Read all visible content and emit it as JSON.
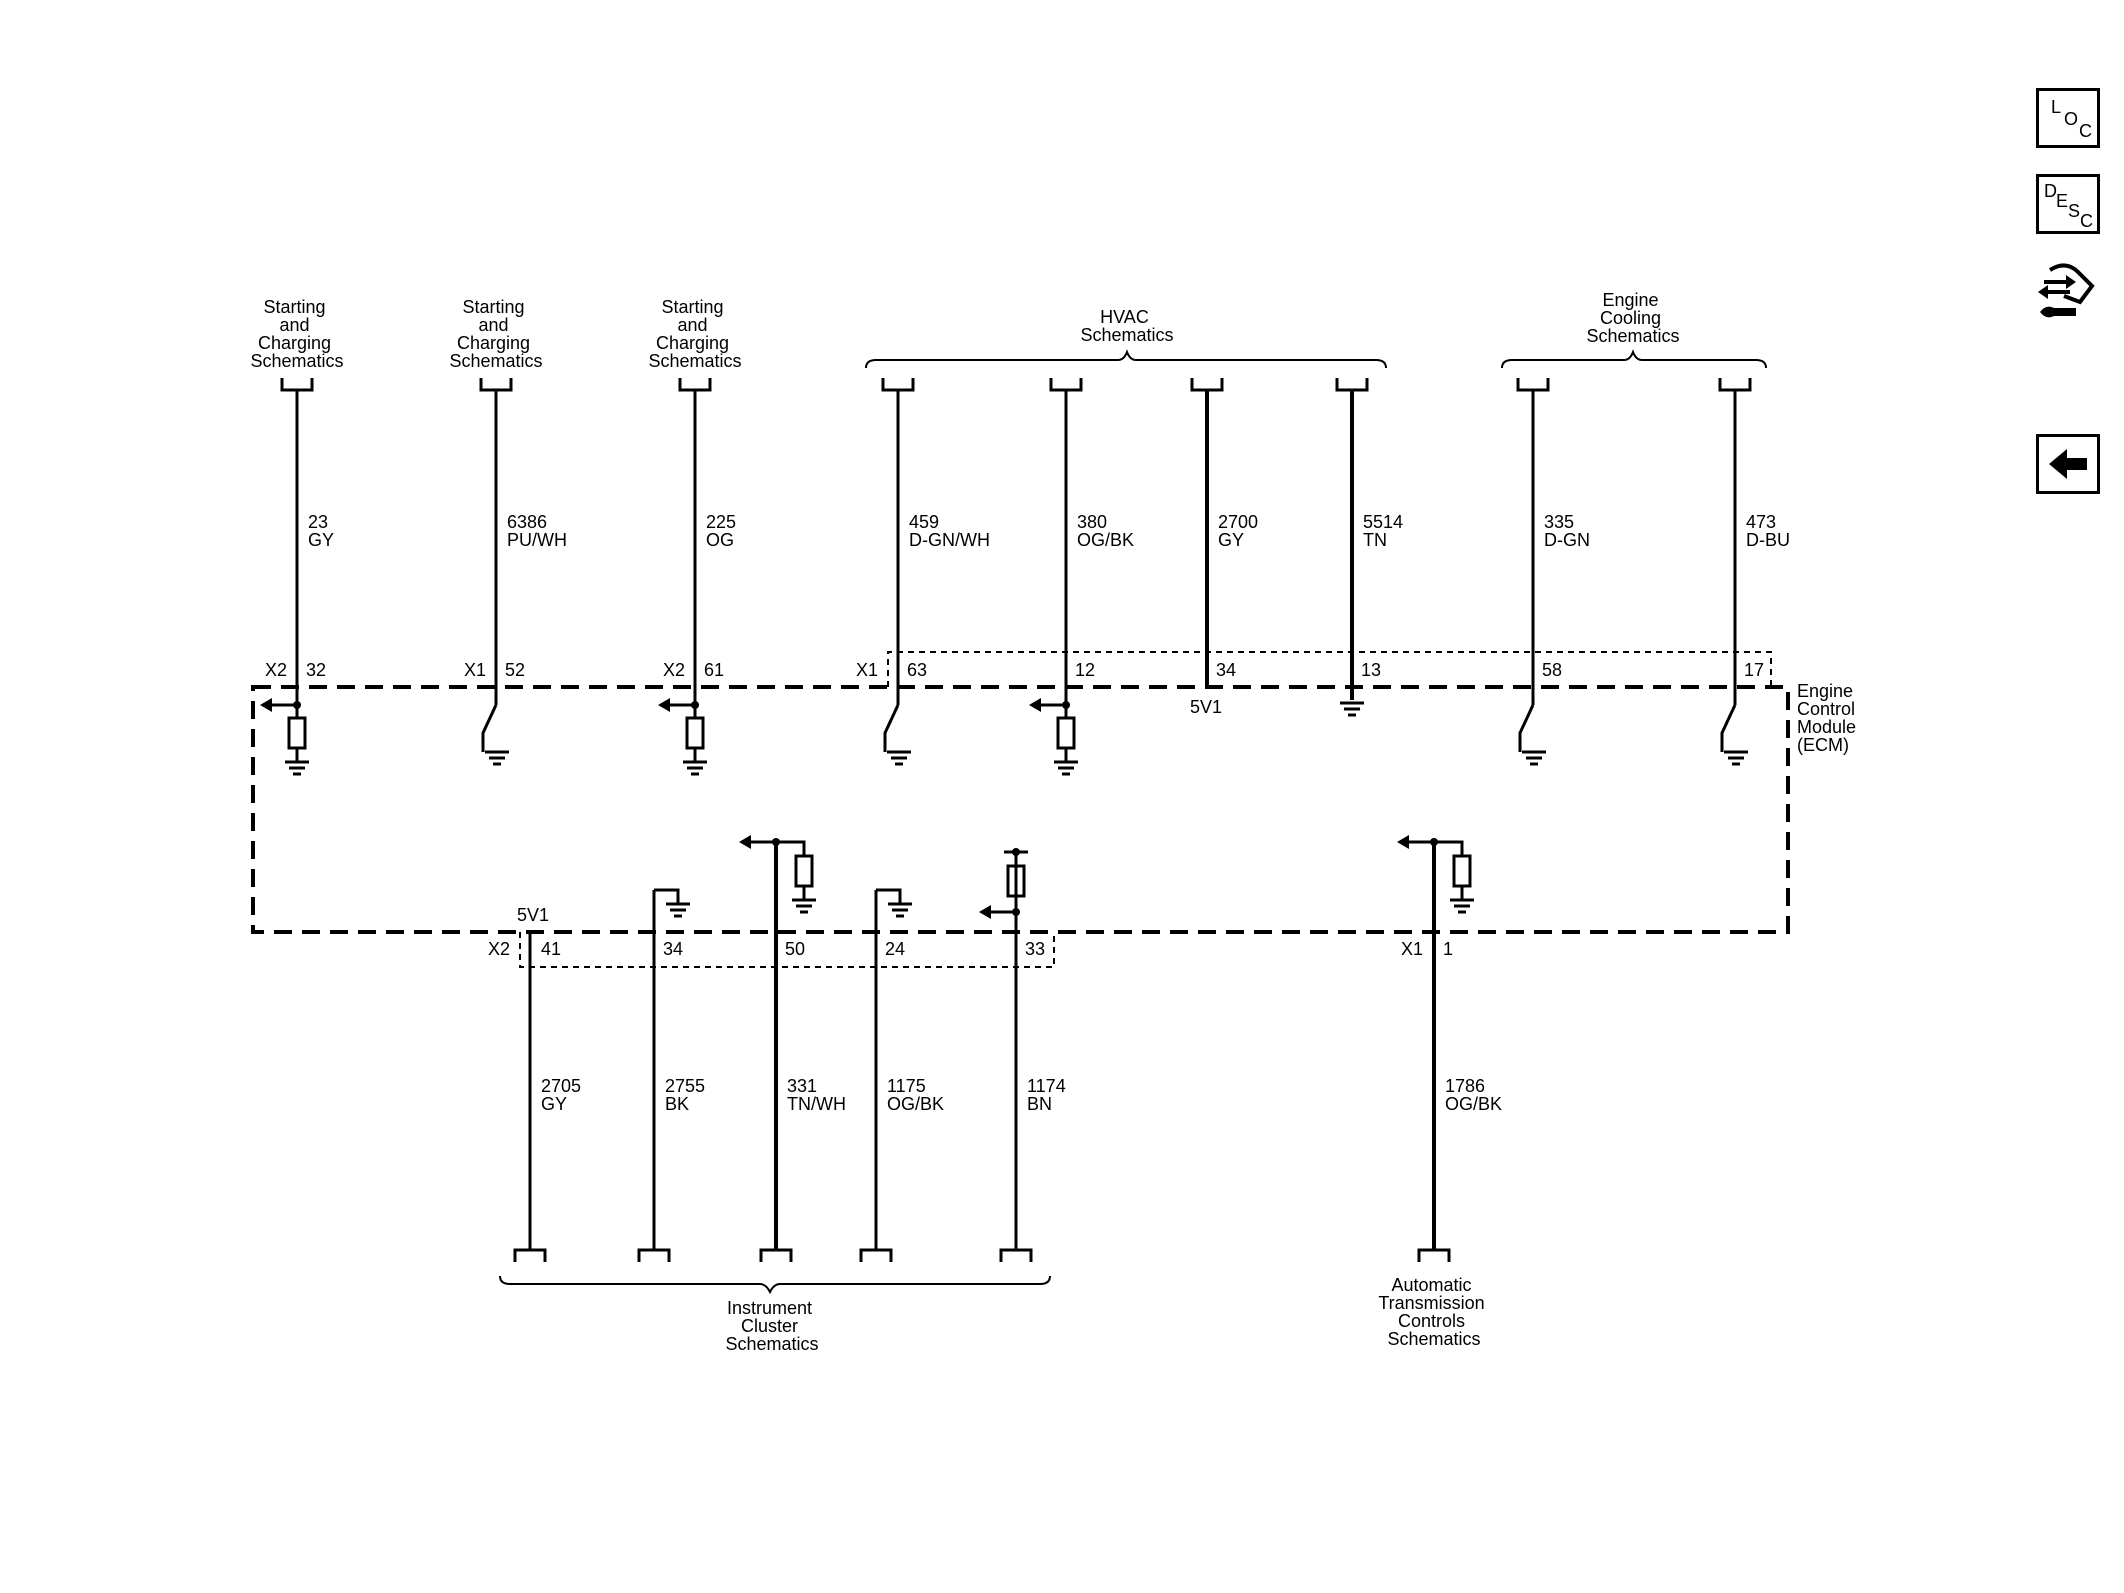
{
  "toolbar": {
    "loc": [
      "L",
      "O",
      "C"
    ],
    "desc": [
      "D",
      "E",
      "S",
      "C"
    ]
  },
  "destinations": {
    "sc1": [
      "Starting",
      "and",
      "Charging",
      "Schematics"
    ],
    "sc2": [
      "Starting",
      "and",
      "Charging",
      "Schematics"
    ],
    "sc3": [
      "Starting",
      "and",
      "Charging",
      "Schematics"
    ],
    "hvac": [
      "HVAC",
      "Schematics"
    ],
    "cooling": [
      "Engine",
      "Cooling",
      "Schematics"
    ],
    "cluster": [
      "Instrument",
      "Cluster",
      "Schematics"
    ],
    "trans": [
      "Automatic",
      "Transmission",
      "Controls",
      "Schematics"
    ]
  },
  "module": {
    "name": [
      "Engine",
      "Control",
      "Module",
      "(ECM)"
    ]
  },
  "top_wires": [
    {
      "circuit": "23",
      "color": "GY",
      "connector": "X2",
      "pin": "32"
    },
    {
      "circuit": "6386",
      "color": "PU/WH",
      "connector": "X1",
      "pin": "52"
    },
    {
      "circuit": "225",
      "color": "OG",
      "connector": "X2",
      "pin": "61"
    },
    {
      "circuit": "459",
      "color": "D-GN/WH",
      "connector": "X1",
      "pin": "63"
    },
    {
      "circuit": "380",
      "color": "OG/BK",
      "connector": "",
      "pin": "12"
    },
    {
      "circuit": "2700",
      "color": "GY",
      "connector": "",
      "pin": "34"
    },
    {
      "circuit": "5514",
      "color": "TN",
      "connector": "",
      "pin": "13"
    },
    {
      "circuit": "335",
      "color": "D-GN",
      "connector": "",
      "pin": "58"
    },
    {
      "circuit": "473",
      "color": "D-BU",
      "connector": "",
      "pin": "17"
    }
  ],
  "bottom_wires": [
    {
      "circuit": "2705",
      "color": "GY",
      "connector": "X2",
      "pin": "41"
    },
    {
      "circuit": "2755",
      "color": "BK",
      "connector": "",
      "pin": "34"
    },
    {
      "circuit": "331",
      "color": "TN/WH",
      "connector": "",
      "pin": "50"
    },
    {
      "circuit": "1175",
      "color": "OG/BK",
      "connector": "",
      "pin": "24"
    },
    {
      "circuit": "1174",
      "color": "BN",
      "connector": "",
      "pin": "33"
    },
    {
      "circuit": "1786",
      "color": "OG/BK",
      "connector": "X1",
      "pin": "1"
    }
  ],
  "ref_labels": {
    "top_5v": "5V1",
    "bottom_5v": "5V1"
  },
  "icons": {
    "loc": "loc-icon",
    "desc": "desc-icon",
    "tools": "wrench-arrows-icon",
    "back": "back-arrow-icon"
  }
}
